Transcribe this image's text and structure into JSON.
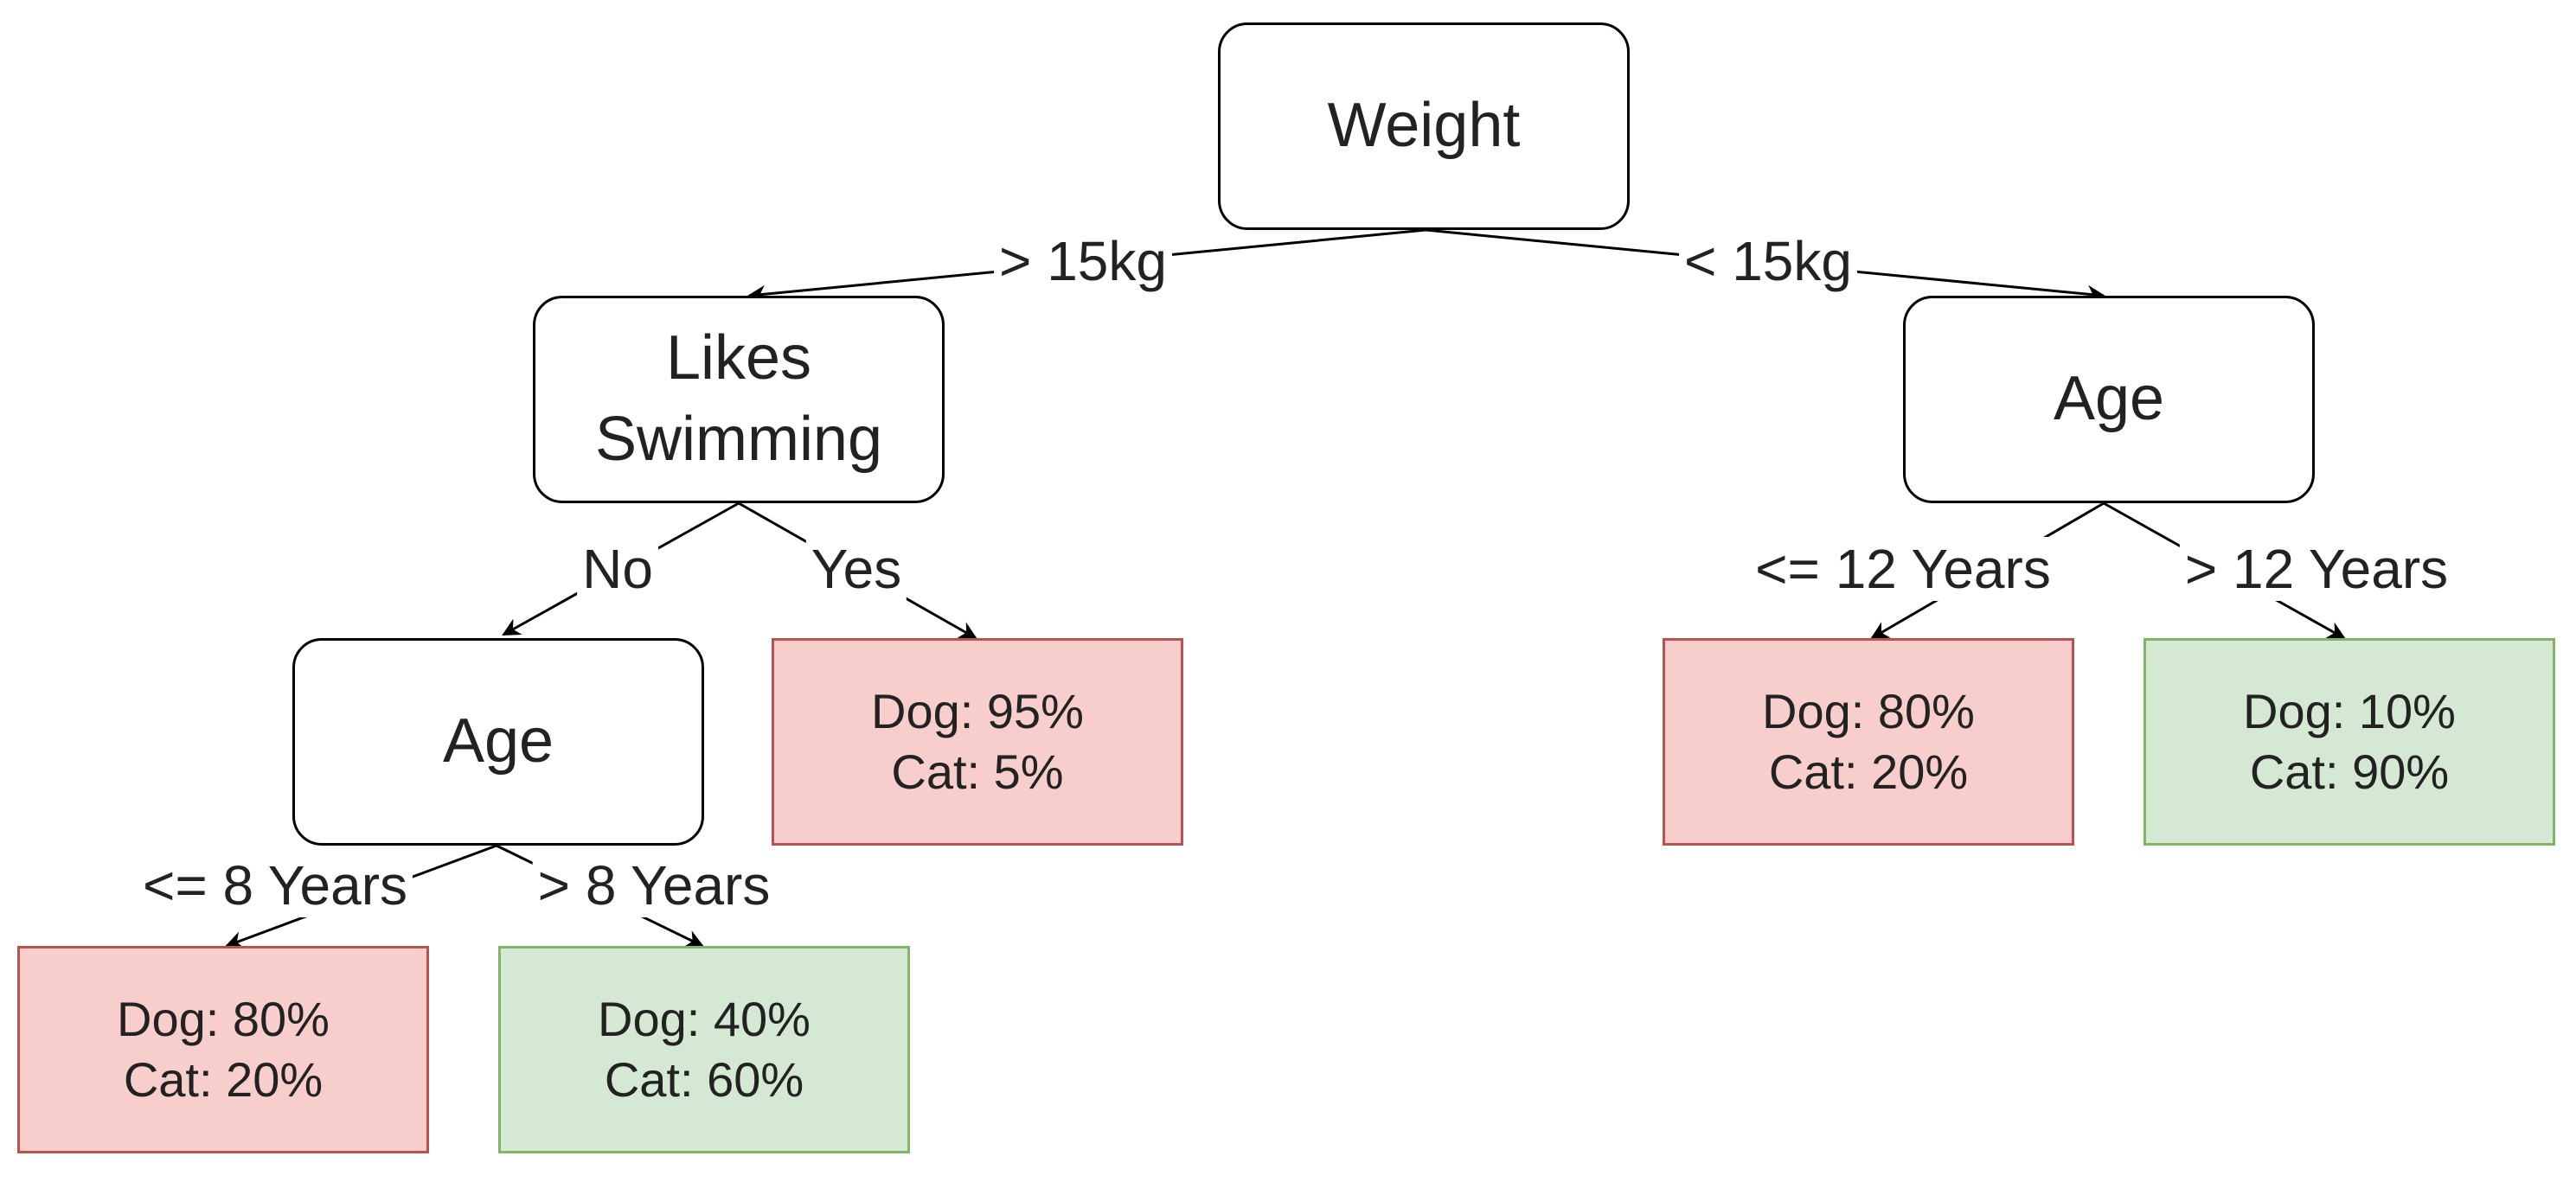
{
  "colors": {
    "edge": "#000000",
    "decision_fill": "#ffffff",
    "dog_leaf_fill": "#f8cecc",
    "dog_leaf_border": "#b85450",
    "cat_leaf_fill": "#d5e8d4",
    "cat_leaf_border": "#82b366",
    "text": "#222222"
  },
  "nodes": {
    "root": {
      "label": "Weight"
    },
    "likes_swimming": {
      "label": "Likes\nSwimming"
    },
    "age_right": {
      "label": "Age"
    },
    "age_left": {
      "label": "Age"
    }
  },
  "leaves": {
    "swim_yes": {
      "dog": "Dog: 95%",
      "cat": "Cat: 5%"
    },
    "age_right_le12": {
      "dog": "Dog: 80%",
      "cat": "Cat: 20%"
    },
    "age_right_gt12": {
      "dog": "Dog: 10%",
      "cat": "Cat: 90%"
    },
    "age_left_le8": {
      "dog": "Dog: 80%",
      "cat": "Cat: 20%"
    },
    "age_left_gt8": {
      "dog": "Dog: 40%",
      "cat": "Cat: 60%"
    }
  },
  "edges": {
    "weight_gt15": "> 15kg",
    "weight_lt15": "< 15kg",
    "swim_no": "No",
    "swim_yes": "Yes",
    "age_right_le12": "<= 12 Years",
    "age_right_gt12": "> 12 Years",
    "age_left_le8": "<= 8 Years",
    "age_left_gt8": "> 8 Years"
  }
}
